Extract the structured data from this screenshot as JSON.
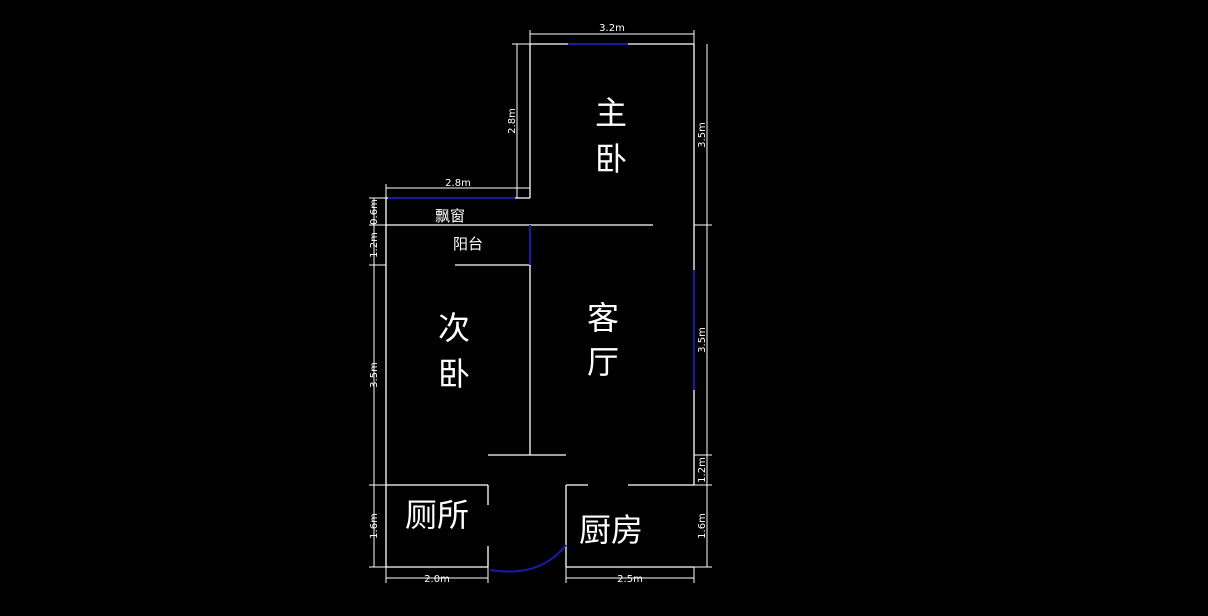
{
  "rooms": {
    "master_bedroom": [
      "主",
      "卧"
    ],
    "second_bedroom": [
      "次",
      "卧"
    ],
    "living_room": [
      "客",
      "厅"
    ],
    "toilet": "厕所",
    "kitchen": "厨房",
    "bay_window": "飘窗",
    "balcony": "阳台"
  },
  "dimensions": {
    "top_master_width": "3.2m",
    "master_depth_left": "2.8m",
    "left_top_width": "2.8m",
    "right_master": "3.5m",
    "right_living": "3.5m",
    "right_small": "1.2m",
    "right_kitchen": "1.6m",
    "left_bay": "0.6m",
    "left_balcony": "1.2m",
    "left_bedroom": "3.5m",
    "left_toilet": "1.6m",
    "bottom_toilet": "2.0m",
    "bottom_kitchen": "2.5m"
  }
}
